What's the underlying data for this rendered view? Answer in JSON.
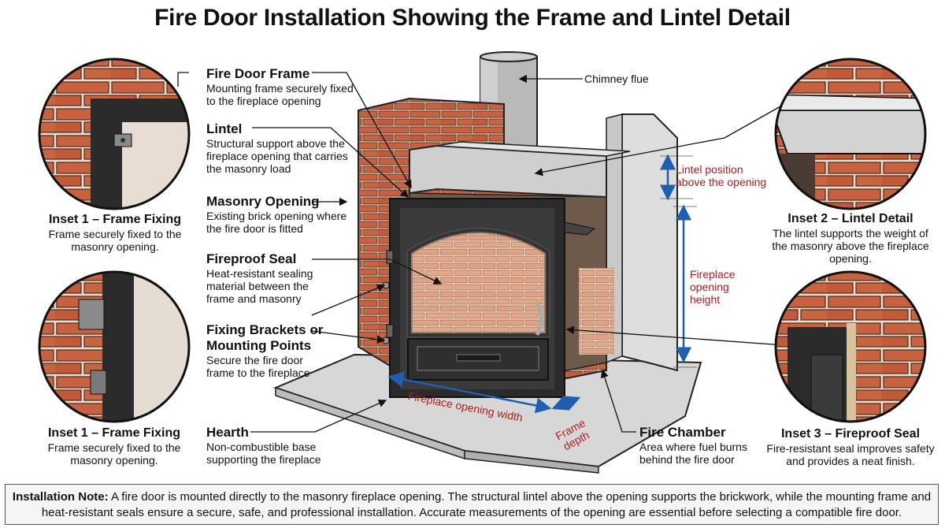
{
  "title": "Fire Door Installation Showing the Frame and Lintel Detail",
  "labels": {
    "frame": {
      "title": "Fire Door Frame",
      "desc": "Mounting frame securely fixed to the fireplace opening"
    },
    "lintel": {
      "title": "Lintel",
      "desc": "Structural support above the fireplace opening that carries the masonry load"
    },
    "masonry": {
      "title": "Masonry Opening",
      "desc": "Existing brick opening where the fire door is fitted"
    },
    "seal": {
      "title": "Fireproof Seal",
      "desc": "Heat-resistant sealing material between the frame and masonry"
    },
    "brackets": {
      "title": "Fixing Brackets or Mounting Points",
      "desc": "Secure the fire door frame to the fireplace"
    },
    "hearth": {
      "title": "Hearth",
      "desc": "Non-combustible base supporting the fireplace"
    },
    "chamber": {
      "title": "Fire Chamber",
      "desc": "Area where fuel burns behind the fire door"
    },
    "flue": "Chimney flue"
  },
  "dimensions": {
    "lintel_position": "Lintel position above the opening",
    "opening_height": "Fireplace opening height",
    "opening_width": "Fireplace opening width",
    "frame_depth": "Frame depth"
  },
  "insets": {
    "inset1_top": {
      "title": "Inset 1 – Frame Fixing",
      "desc": "Frame securely fixed to the masonry opening."
    },
    "inset1_bottom": {
      "title": "Inset 1 – Frame Fixing",
      "desc": "Frame securely fixed to the masonry opening."
    },
    "inset2": {
      "title": "Inset 2 – Lintel Detail",
      "desc": "The lintel supports the weight of the masonry above the fireplace opening."
    },
    "inset3": {
      "title": "Inset 3 – Fireproof Seal",
      "desc": "Fire-resistant seal improves safety and provides a neat finish."
    }
  },
  "note": {
    "label": "Installation Note:",
    "text": "A fire door is mounted directly to the masonry fireplace opening. The structural lintel above the opening supports the brickwork, while the mounting frame and heat-resistant seals ensure a secure, safe, and professional installation. Accurate measurements of the opening are essential before selecting a compatible fire door."
  },
  "colors": {
    "brick": "#c8613f",
    "mortar": "#e6dcd0",
    "steel": "#2b2b2b",
    "concrete": "#cfcfcf",
    "dimension": "#1f5fb0",
    "dimension_text": "#b01c1c"
  }
}
